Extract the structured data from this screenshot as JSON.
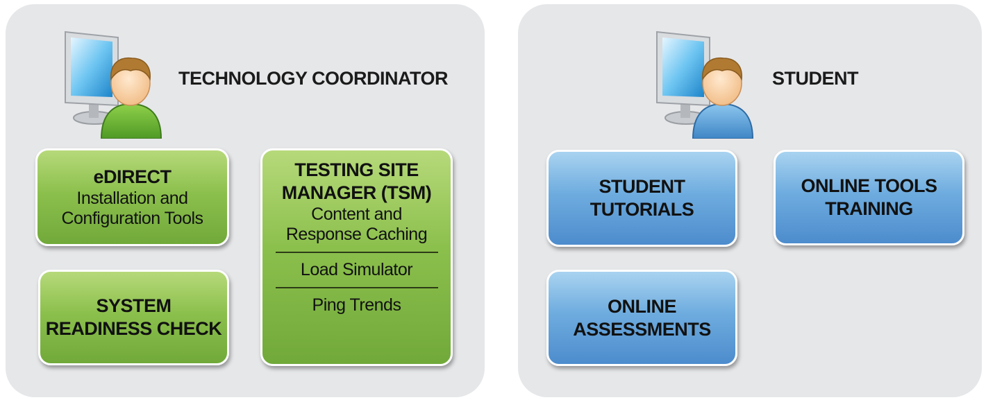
{
  "colors": {
    "panel_bg": "#e6e7e9",
    "green_tile": "#8cc04d",
    "blue_tile": "#6eacdf",
    "tile_border": "#ffffff",
    "text": "#1b1b1b"
  },
  "technology_coordinator": {
    "title": "TECHNOLOGY COORDINATOR",
    "icon": "computer-user-green-icon",
    "edirect": {
      "title": "eDIRECT",
      "subtitle": "Installation and\nConfiguration Tools"
    },
    "system_readiness": {
      "title": "SYSTEM\nREADINESS CHECK"
    },
    "tsm": {
      "title": "TESTING SITE\nMANAGER (TSM)",
      "items": [
        "Content and\nResponse Caching",
        "Load Simulator",
        "Ping Trends"
      ]
    }
  },
  "student": {
    "title": "STUDENT",
    "icon": "computer-user-blue-icon",
    "tiles": [
      "STUDENT\nTUTORIALS",
      "ONLINE TOOLS\nTRAINING",
      "ONLINE\nASSESSMENTS"
    ]
  }
}
